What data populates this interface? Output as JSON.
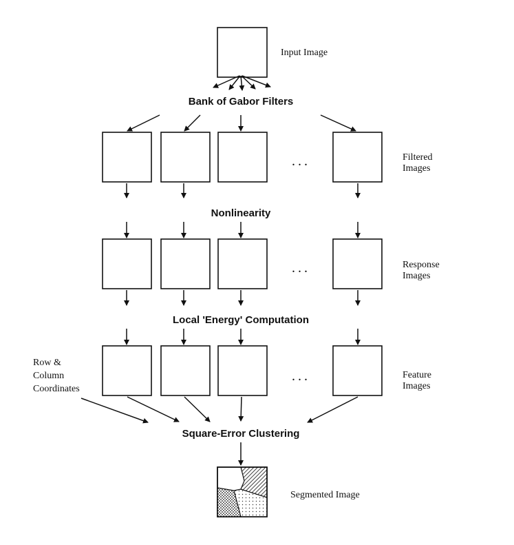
{
  "labels": {
    "input_image": "Input Image",
    "bank_of_filters": "Bank of Gabor Filters",
    "filtered_images": [
      "Filtered",
      "Images"
    ],
    "nonlinearity": "Nonlinearity",
    "response_images": [
      "Response",
      "Images"
    ],
    "energy": "Local 'Energy' Computation",
    "feature_images": [
      "Feature",
      "Images"
    ],
    "row_column": [
      "Row &",
      "Column",
      "Coordinates"
    ],
    "clustering": "Square-Error Clustering",
    "segmented_image": "Segmented Image",
    "ellipsis": "..."
  }
}
